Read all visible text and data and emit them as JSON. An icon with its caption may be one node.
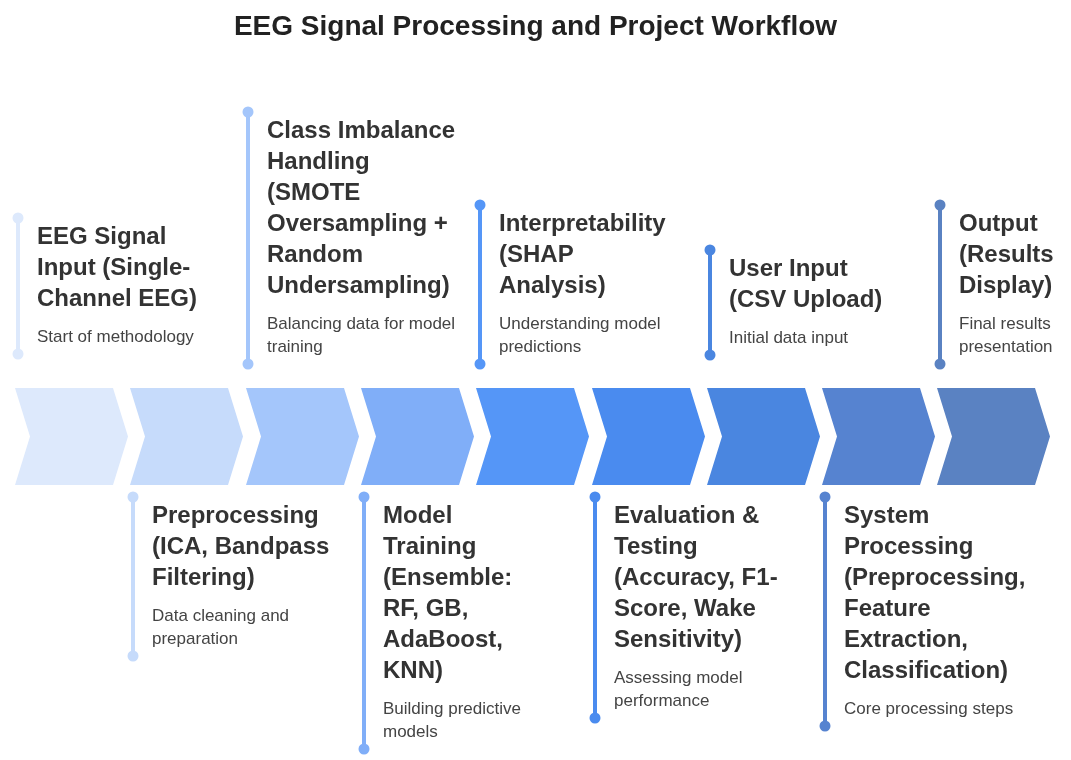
{
  "diagram": {
    "title": "EEG Signal Processing and Project Workflow",
    "nodes": [
      {
        "text": [
          "EEG Signal Input (Single-Channel EEG)",
          "Start of methodology"
        ]
      },
      {
        "text": [
          "Preprocessing (ICA, Bandpass Filtering)",
          "Data cleaning and preparation"
        ]
      },
      {
        "text": [
          "Class Imbalance Handling (SMOTE Oversampling + Random Undersampling)",
          "Balancing data for model training"
        ]
      },
      {
        "text": [
          "Model Training (Ensemble: RF, GB, AdaBoost, KNN)",
          "Building predictive models"
        ]
      },
      {
        "text": [
          "Interpretability (SHAP Analysis)",
          "Understanding model predictions"
        ]
      },
      {
        "text": [
          "Evaluation & Testing (Accuracy, F1-Score, Wake Sensitivity)",
          "Assessing model performance"
        ]
      },
      {
        "text": [
          "User Input (CSV Upload)",
          "Initial data input"
        ]
      },
      {
        "text": [
          "System Processing (Preprocessing, Feature Extraction, Classification)",
          "Core processing steps"
        ]
      },
      {
        "text": [
          "Output (Results Display)",
          "Final results presentation"
        ]
      },
      {
        "text": [],
        "shape": "chevron"
      },
      {
        "text": [],
        "shape": "chevron"
      },
      {
        "text": [],
        "shape": "chevron"
      },
      {
        "text": [],
        "shape": "chevron"
      },
      {
        "text": [],
        "shape": "chevron"
      },
      {
        "text": [],
        "shape": "chevron"
      },
      {
        "text": [],
        "shape": "chevron"
      },
      {
        "text": [],
        "shape": "chevron"
      },
      {
        "text": [],
        "shape": "chevron"
      }
    ],
    "edges": []
  }
}
